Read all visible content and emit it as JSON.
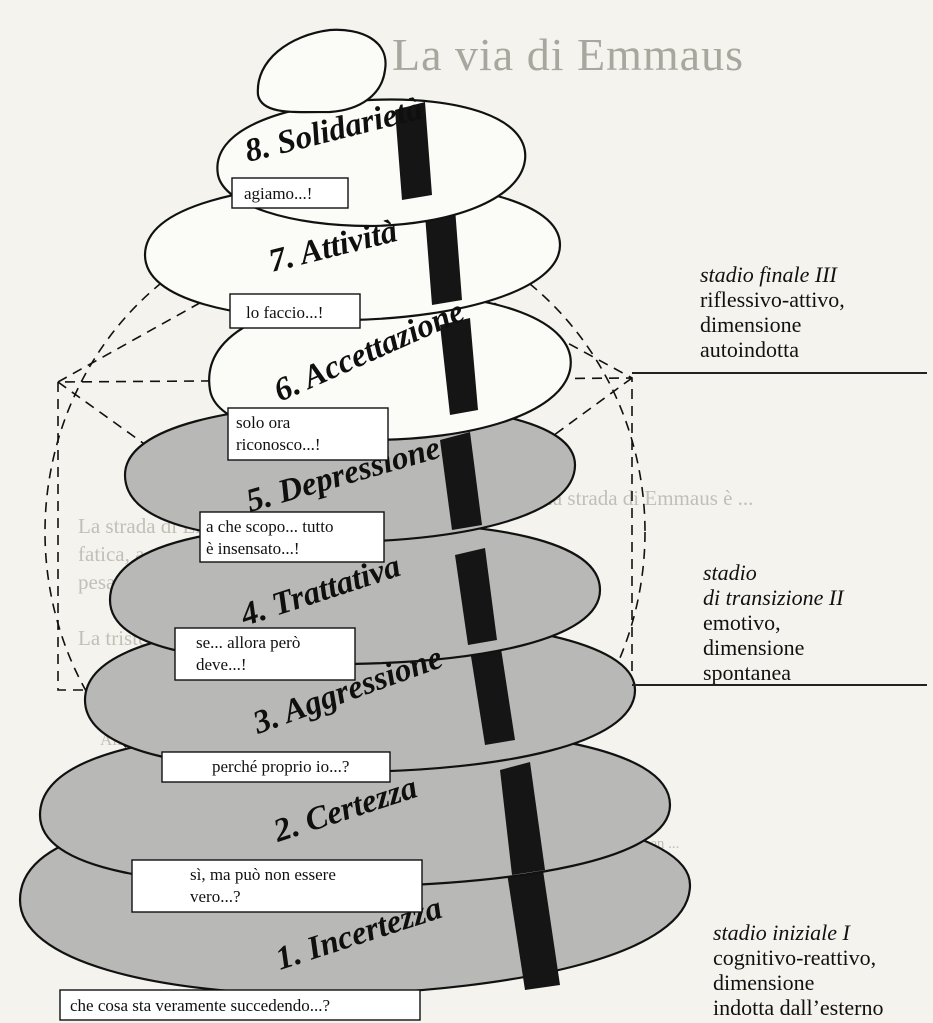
{
  "background_text": {
    "title": "La via di Emmaus",
    "lines": [
      "La strada di Emmaus è ...",
      "La strada di Emmaus si ...",
      "fatica, a passo di sconfitti ...",
      "pesano sulle spalle ...",
      "La tristezza ...",
      "Alla fine della battaglia ...",
      "* Marta per, Carmen ..."
    ]
  },
  "stages": [
    {
      "id": 8,
      "name": "8. Solidarietà",
      "phrase": "agiamo...!"
    },
    {
      "id": 7,
      "name": "7. Attività",
      "phrase": "lo faccio...!"
    },
    {
      "id": 6,
      "name": "6. Accettazione",
      "phrase": "solo ora riconosco...!"
    },
    {
      "id": 5,
      "name": "5. Depressione",
      "phrase": "a che scopo... tutto è insensato...!"
    },
    {
      "id": 4,
      "name": "4. Trattativa",
      "phrase": "se... allora però deve...!"
    },
    {
      "id": 3,
      "name": "3. Aggressione",
      "phrase": "perché proprio io...?"
    },
    {
      "id": 2,
      "name": "2. Certezza",
      "phrase": "sì, ma può non essere vero...?"
    },
    {
      "id": 1,
      "name": "1. Incertezza",
      "phrase": "che cosa sta veramente succedendo...?"
    }
  ],
  "phrase_lines": {
    "s8": [
      "agiamo...!"
    ],
    "s7": [
      "lo faccio...!"
    ],
    "s6": [
      "solo ora",
      "riconosco...!"
    ],
    "s5": [
      "a che scopo... tutto",
      "è insensato...!"
    ],
    "s4": [
      "se... allora però",
      "deve...!"
    ],
    "s3": [
      "perché proprio io...?"
    ],
    "s2": [
      "sì, ma può non essere",
      "vero...?"
    ],
    "s1": [
      "che cosa sta veramente succedendo...?"
    ]
  },
  "phases": {
    "final": {
      "title": "stadio finale III",
      "line1": "riflessivo-attivo,",
      "line2": "dimensione",
      "line3": "autoindotta"
    },
    "transition": {
      "title1": "stadio",
      "title2": "di transizione II",
      "line1": "emotivo,",
      "line2": "dimensione",
      "line3": "spontanea"
    },
    "initial": {
      "title": "stadio iniziale I",
      "line1": "cognitivo-reattivo,",
      "line2": "dimensione",
      "line3": "indotta dall’esterno"
    }
  },
  "colors": {
    "paper": "#f4f3ee",
    "band_gray": "#b8b8b6",
    "band_white": "#fbfbf8",
    "ink": "#111111",
    "ghost_text": "#b9b6ae"
  }
}
